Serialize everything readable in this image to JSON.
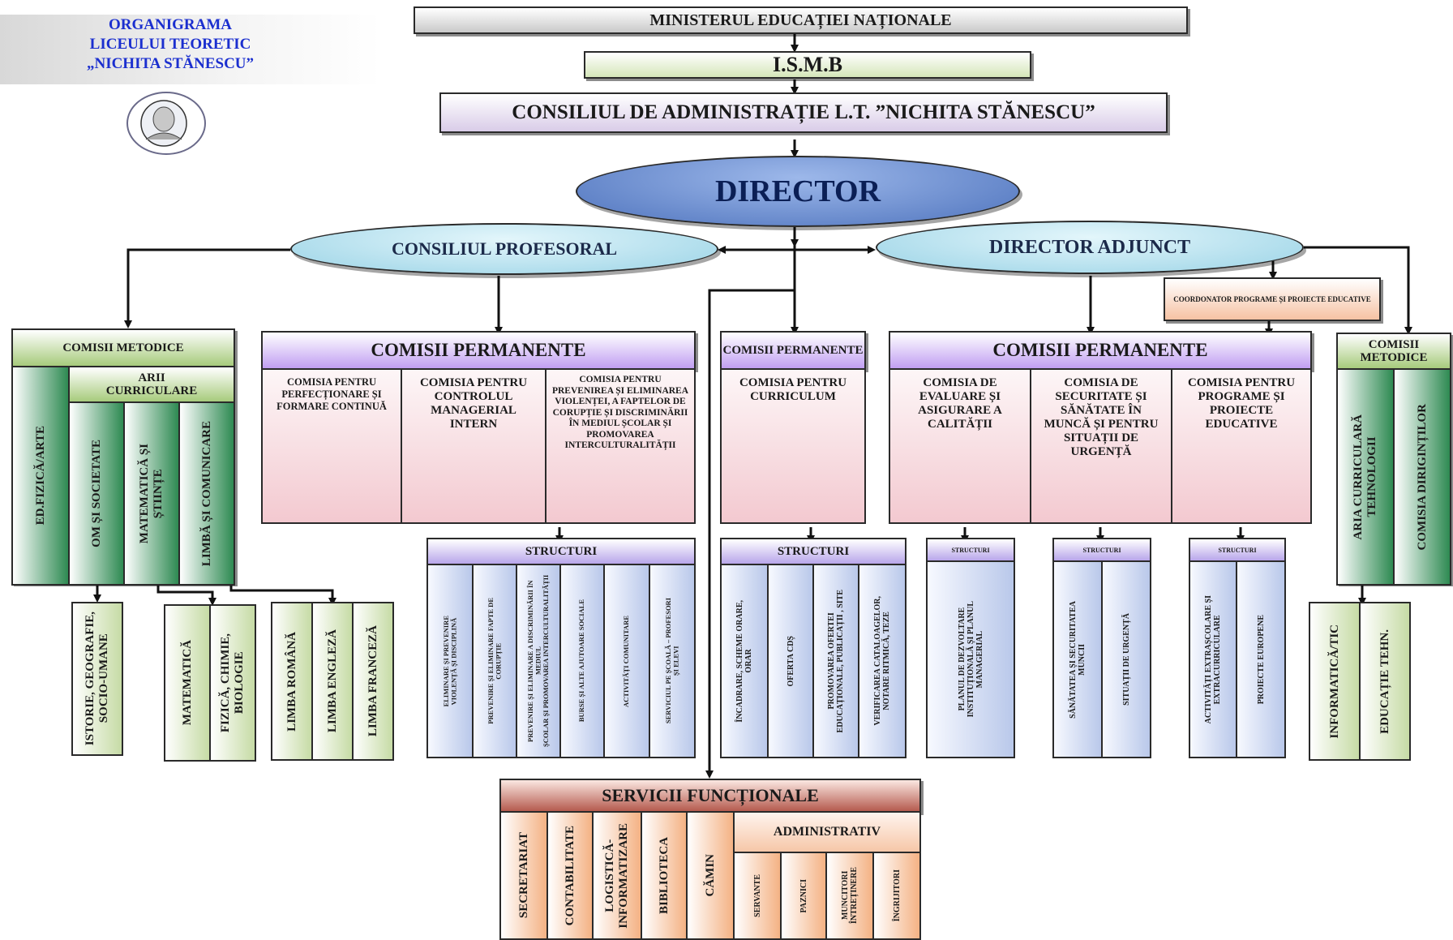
{
  "header": {
    "title_lines": [
      "ORGANIGRAMA",
      "LICEULUI TEORETIC",
      "„NICHITA STĂNESCU”"
    ]
  },
  "top": {
    "ministry": "MINISTERUL EDUCAȚIEI NAȚIONALE",
    "ismb": "I.S.M.B",
    "council": "CONSILIUL DE ADMINISTRAȚIE L.T. ”NICHITA STĂNESCU”",
    "director": "DIRECTOR",
    "teacher_council": "CONSILIUL PROFESORAL",
    "deputy_director": "DIRECTOR ADJUNCT",
    "coordinator": "COORDONATOR PROGRAME ȘI PROIECTE EDUCATIVE"
  },
  "left_methodical": {
    "title": "COMISII METODICE",
    "arts": "ED.FIZICĂ/ARTE",
    "curricular_areas": "ARII CURRICULARE",
    "areas": [
      "OM ȘI SOCIETATE",
      "MATEMATICĂ ȘI\nȘTIINȚE",
      "LIMBĂ ȘI COMUNICARE"
    ],
    "subjects_social": [
      "ISTORIE, GEOGRAFIE,\nSOCIO-UMANE"
    ],
    "subjects_science": [
      "MATEMATICĂ",
      "FIZICĂ, CHIMIE,\nBIOLOGIE"
    ],
    "subjects_language": [
      "LIMBA ROMÂNĂ",
      "LIMBA ENGLEZĂ",
      "LIMBA FRANCEZĂ"
    ]
  },
  "perm_left": {
    "title": "COMISII PERMANENTE",
    "commissions": [
      "COMISIA PENTRU PERFECȚIONARE ȘI FORMARE CONTINUĂ",
      "COMISIA PENTRU CONTROLUL MANAGERIAL INTERN",
      "COMISIA PENTRU PREVENIREA ȘI ELIMINAREA VIOLENȚEI, A FAPTELOR DE CORUPȚIE ȘI DISCRIMINĂRII ÎN MEDIUL ȘCOLAR ȘI PROMOVAREA INTERCULTURALITĂȚII"
    ],
    "structures_title": "STRUCTURI",
    "structures": [
      "ELIMINARE ȘI PREVENIRE\nVIOLENȚĂ ȘI DISCIPLINĂ",
      "PREVENIRE ȘI ELIMINARE FAPTE DE\nCORUPȚIE",
      "PREVENIRE ȘI ELIMINARE A DISCRIMINĂRII ÎN MEDIUL\nȘCOLAR ȘI PROMOVAREA INTERCULTURALITĂȚII",
      "BURSE ȘI ALTE AJUTOARE SOCIALE",
      "ACTIVITĂȚI COMUNITARE",
      "SERVICIUL PE ȘCOALĂ – PROFESORI\nȘI ELEVI"
    ]
  },
  "perm_middle": {
    "title": "COMISII PERMANENTE",
    "commission": "COMISIA PENTRU CURRICULUM",
    "structures_title": "STRUCTURI",
    "structures": [
      "ÎNCADRARE, SCHEME ORARE,\nORAR",
      "OFERTA CDȘ",
      "PROMOVAREA OFERTEI\nEDUCAȚIONALE, PUBLICAȚII , SITE",
      "VERIFICAREA CATALOAGELOR,\nNOTARE RITMICĂ, TEZE"
    ]
  },
  "perm_right": {
    "title": "COMISII PERMANENTE",
    "commissions": [
      "COMISIA DE EVALUARE ȘI ASIGURARE A CALITĂȚII",
      "COMISIA DE SECURITATE ȘI SĂNĂTATE ÎN MUNCĂ ȘI PENTRU SITUAȚII DE URGENȚĂ",
      "COMISIA PENTRU PROGRAME ȘI PROIECTE EDUCATIVE"
    ],
    "structures_title": "STRUCTURI",
    "group1": [
      "PLANUL DE DEZVOLTARE\nINSTITUȚIONALĂ ȘI PLANUL\nMANAGERIAL"
    ],
    "group2": [
      "SĂNĂTATEA ȘI SECURITATEA\nMUNCII",
      "SITUAȚII DE URGENȚĂ"
    ],
    "group3": [
      "ACTIVITĂȚI EXTRAȘCOLARE ȘI\nEXTRACURRICULARE",
      "PROIECTE EUROPENE"
    ]
  },
  "right_methodical": {
    "title": "COMISII METODICE",
    "areas": [
      "ARIA CURRICULARĂ\nTEHNOLOGII",
      "COMISIA DIRIGINȚILOR"
    ],
    "subjects": [
      "INFORMATICĂ/TIC",
      "EDUCAȚIE TEHN."
    ]
  },
  "services": {
    "title": "SERVICII FUNCȚIONALE",
    "units": [
      "SECRETARIAT",
      "CONTABILITATE",
      "LOGISTICĂ-\nINFORMATIZARE",
      "BIBLIOTECA",
      "CĂMIN"
    ],
    "admin_title": "ADMINISTRATIV",
    "admin_units": [
      "SERVANTE",
      "PAZNICI",
      "MUNCITORI\nÎNTREȚINERE",
      "ÎNGRIJITORI"
    ]
  },
  "colors": {
    "director_fill": "#5b82c9",
    "council_ellipse": "#a7dcea",
    "title_blue": "#1b2fcf"
  }
}
